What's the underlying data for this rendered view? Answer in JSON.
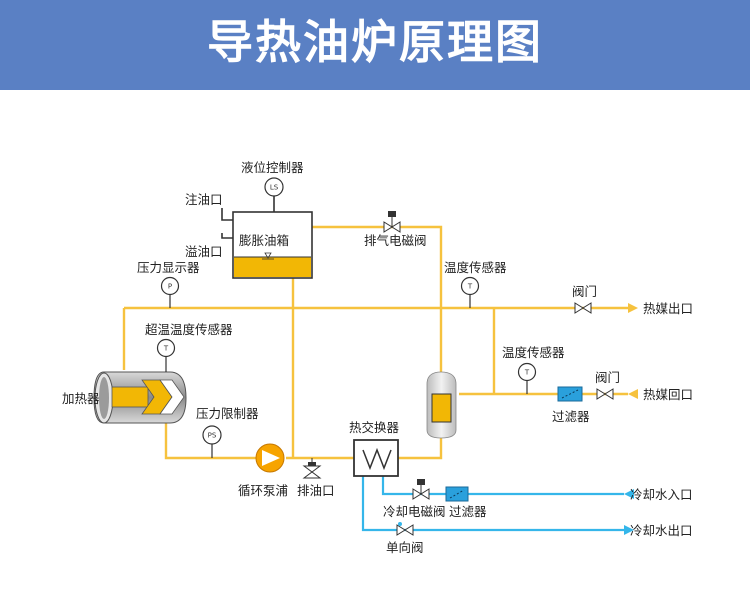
{
  "title": "导热油炉原理图",
  "labels": {
    "level_controller": "液位控制器",
    "fill_port": "注油口",
    "overflow_port": "溢油口",
    "expansion_tank": "膨胀油箱",
    "exhaust_valve": "排气电磁阀",
    "pressure_display": "压力显示器",
    "temp_sensor_main": "温度传感器",
    "valve_out": "阀门",
    "outlet": "热媒出口",
    "over_temp_sensor": "超温温度传感器",
    "temp_sensor_return": "温度传感器",
    "valve_return": "阀门",
    "return_inlet": "热媒回口",
    "heater": "加热器",
    "filter_return": "过滤器",
    "pressure_limiter": "压力限制器",
    "heat_exchanger": "热交换器",
    "pump": "循环泵浦",
    "drain": "排油口",
    "cooling_inlet": "冷却水入口",
    "cooling_valve": "冷却电磁阀",
    "cooling_filter": "过滤器",
    "check_valve": "单向阀",
    "cooling_outlet": "冷却水出口"
  },
  "instrument_symbols": {
    "level": "LS",
    "pressure": "P",
    "temp_main": "T",
    "over_temp": "T",
    "temp_return": "T",
    "pressure_switch": "PS"
  },
  "colors": {
    "banner": "#5a80c4",
    "oil_pipe": "#f6c23e",
    "water_pipe": "#35b6ea",
    "oil_fill": "#f2b705",
    "pump": "#f7a400",
    "filter": "#2aa0dc",
    "tank_gray": "#d0d0d0"
  }
}
